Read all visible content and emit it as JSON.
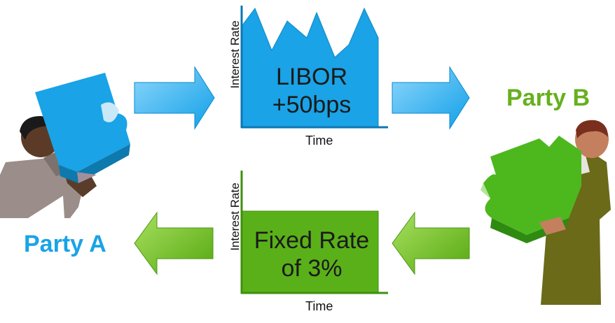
{
  "parties": {
    "a": "Party A",
    "b": "Party B"
  },
  "top_chart": {
    "label_line1": "LIBOR",
    "label_line2": "+50bps",
    "y_axis": "Interest Rate",
    "x_axis": "Time"
  },
  "bottom_chart": {
    "label_line1": "Fixed Rate",
    "label_line2": "of 3%",
    "y_axis": "Interest Rate",
    "x_axis": "Time"
  },
  "colors": {
    "blue": "#1aa3e6",
    "green": "#66b01e"
  },
  "icons": [
    "person-with-blue-puzzle-icon",
    "person-with-green-puzzle-icon",
    "arrow-right-icon",
    "arrow-left-icon"
  ]
}
